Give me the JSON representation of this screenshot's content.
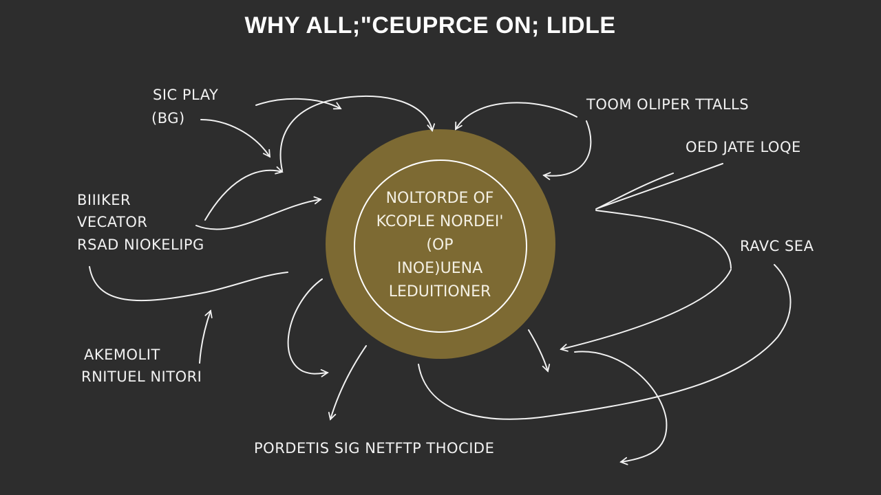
{
  "title": "WHY ALL;\"CEUPRCE ON; LIDLE",
  "center": {
    "lines": [
      "NOLTORDE OF",
      "KCOPLE NORDEI'",
      "(OP",
      "INOE)UENA",
      "LEDUITIONER"
    ]
  },
  "labels": {
    "top_left": [
      "SIC PLAY",
      "(BG)"
    ],
    "left": [
      "BIIIKER",
      "VECATOR",
      "RSAD NIOKELIPG"
    ],
    "bottom_left": [
      "AKEMOLIT",
      "RNITUEL NITORI"
    ],
    "bottom": "PORDETIS SIG NETFTP THOCIDE",
    "top_right": "TOOM OLIPER TTALLS",
    "right_upper": "OED JATE LOQE",
    "right_mid": "RAVC SEA"
  },
  "colors": {
    "background": "#2d2d2d",
    "circle_fill": "#7d6a33",
    "circle_ring": "#ffffff",
    "ink": "#f2f2f2"
  }
}
